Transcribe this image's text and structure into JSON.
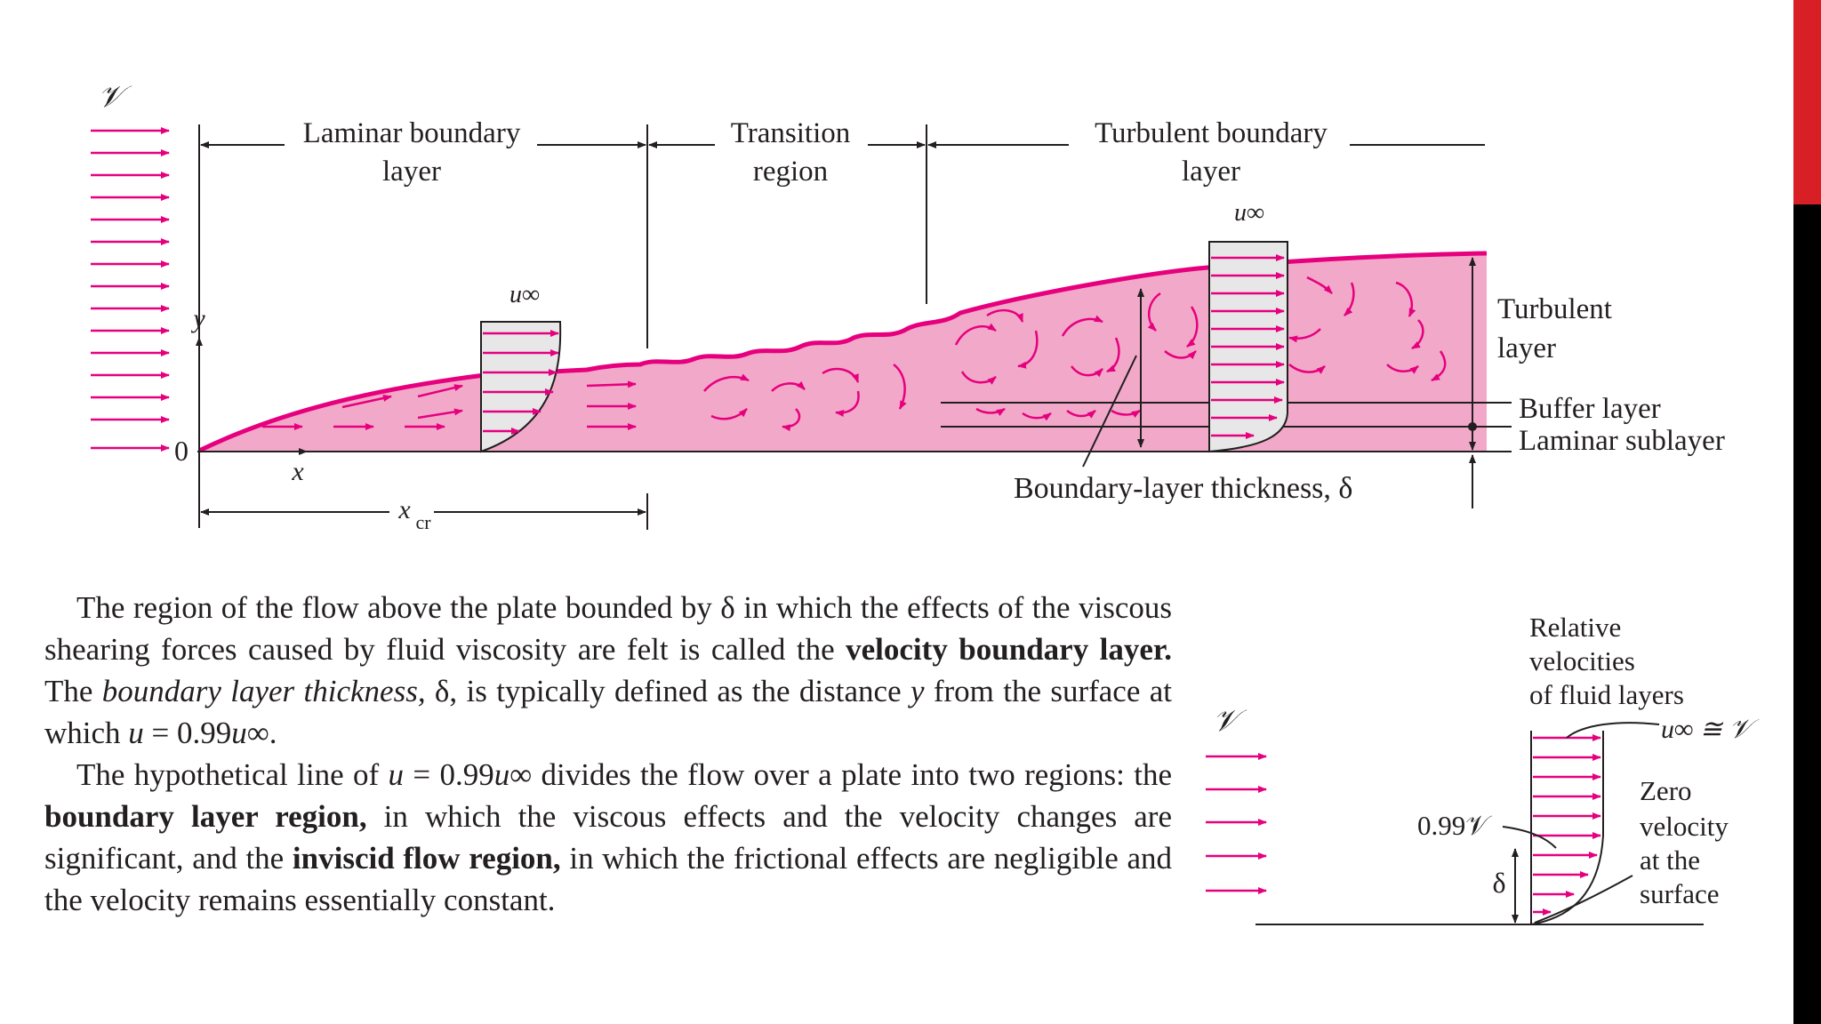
{
  "colors": {
    "pink_fill": "#f2a9c9",
    "magenta": "#e6007e",
    "dark": "#231f20",
    "profile_fill": "#e7e7e8",
    "slide_bar_black": "#000000",
    "slide_bar_red": "#d91f26"
  },
  "figure_top": {
    "freestream_symbol": "𝒱",
    "regions": {
      "laminar": [
        "Laminar boundary",
        "layer"
      ],
      "transition": [
        "Transition",
        "region"
      ],
      "turbulent": [
        "Turbulent boundary",
        "layer"
      ]
    },
    "u_inf": "u∞",
    "y_axis": "y",
    "x_axis": "x",
    "origin": "0",
    "xcr_main": "x",
    "xcr_sub": "cr",
    "layers": {
      "turbulent": [
        "Turbulent",
        "layer"
      ],
      "buffer": "Buffer layer",
      "sublayer": "Laminar sublayer"
    },
    "thickness_label": "Boundary-layer thickness, δ"
  },
  "paragraph": {
    "p1": [
      {
        "t": "The region of the flow above the plate bounded by δ in which the effects of the viscous shearing forces caused by fluid viscosity are felt is called the "
      },
      {
        "t": "velocity boundary layer.",
        "b": true
      },
      {
        "t": " The "
      },
      {
        "t": "boundary layer thickness,",
        "i": true
      },
      {
        "t": " δ, is typically defined as the distance "
      },
      {
        "t": "y",
        "i": true
      },
      {
        "t": " from the surface at which "
      },
      {
        "t": "u",
        "i": true
      },
      {
        "t": " = 0.99"
      },
      {
        "t": "u",
        "i": true
      },
      {
        "t": "∞."
      }
    ],
    "p2": [
      {
        "t": "The hypothetical line of "
      },
      {
        "t": "u",
        "i": true
      },
      {
        "t": " = 0.99"
      },
      {
        "t": "u",
        "i": true
      },
      {
        "t": "∞ divides the flow over a plate into two regions: the "
      },
      {
        "t": "boundary layer region,",
        "b": true
      },
      {
        "t": " in which the viscous effects and the velocity changes are significant, and the "
      },
      {
        "t": "inviscid flow region,",
        "b": true
      },
      {
        "t": " in which the frictional effects are negligible and the velocity remains essentially constant."
      }
    ]
  },
  "figure_small": {
    "freestream_symbol": "𝒱",
    "relative_label": [
      "Relative",
      "velocities",
      "of fluid layers"
    ],
    "u_inf_approx": "u∞ ≅ 𝒱",
    "zero_label": [
      "Zero",
      "velocity",
      "at the",
      "surface"
    ],
    "point99": "0.99𝒱",
    "delta": "δ"
  }
}
